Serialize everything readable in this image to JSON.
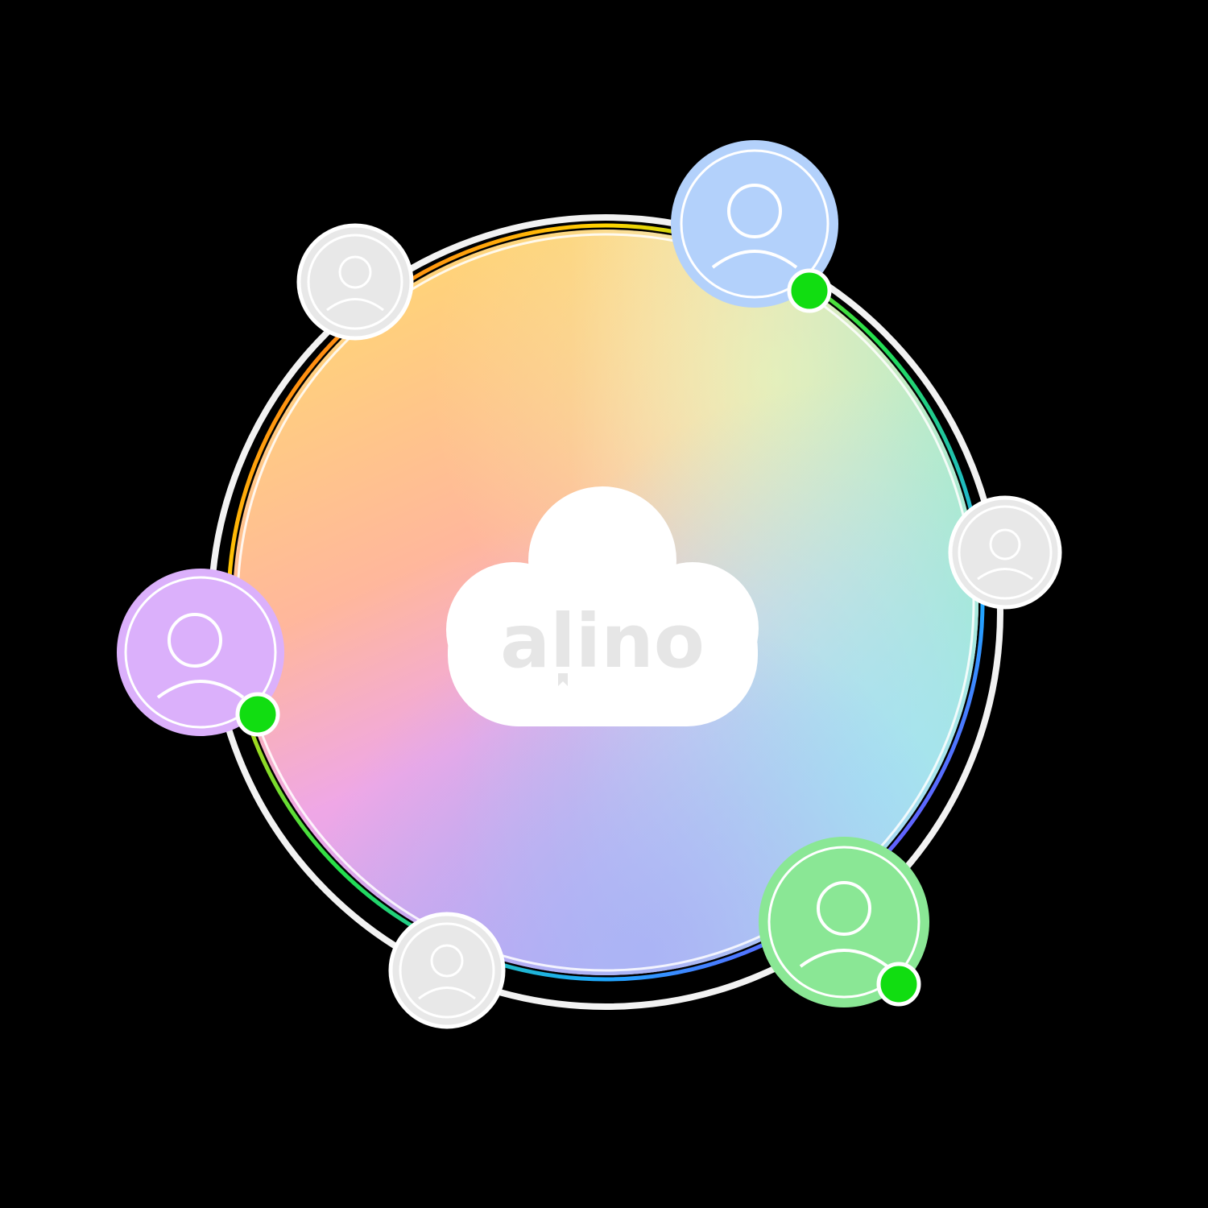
{
  "logo": {
    "text": "alino",
    "text_color": "#e6e6e6",
    "cloud_color": "#ffffff"
  },
  "colors": {
    "background": "#000000",
    "ring": "#ffffff",
    "online_indicator": "#11dd11",
    "inactive_user": "#e8e8e8",
    "user_blue": "#b3d1fb",
    "user_purple": "#dbb0fb",
    "user_green": "#8ae795"
  },
  "users": [
    {
      "id": "gray-top-left",
      "color": "inactive_user",
      "online": false
    },
    {
      "id": "blue-top-right",
      "color": "user_blue",
      "online": true
    },
    {
      "id": "gray-right",
      "color": "inactive_user",
      "online": false
    },
    {
      "id": "purple-left",
      "color": "user_purple",
      "online": true
    },
    {
      "id": "green-bottom-right",
      "color": "user_green",
      "online": true
    },
    {
      "id": "gray-bottom",
      "color": "inactive_user",
      "online": false
    }
  ]
}
